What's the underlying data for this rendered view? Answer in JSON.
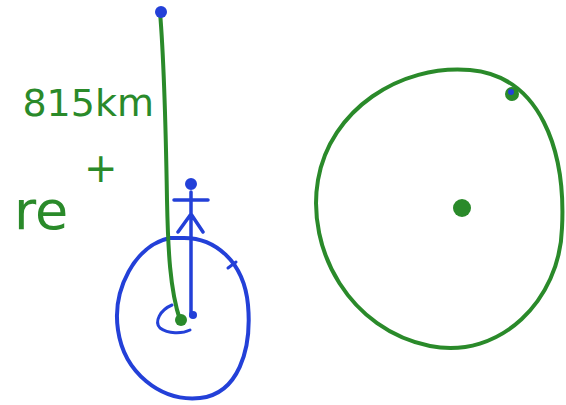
{
  "diagram": {
    "labels": [
      "815km",
      "+",
      "re"
    ]
  }
}
